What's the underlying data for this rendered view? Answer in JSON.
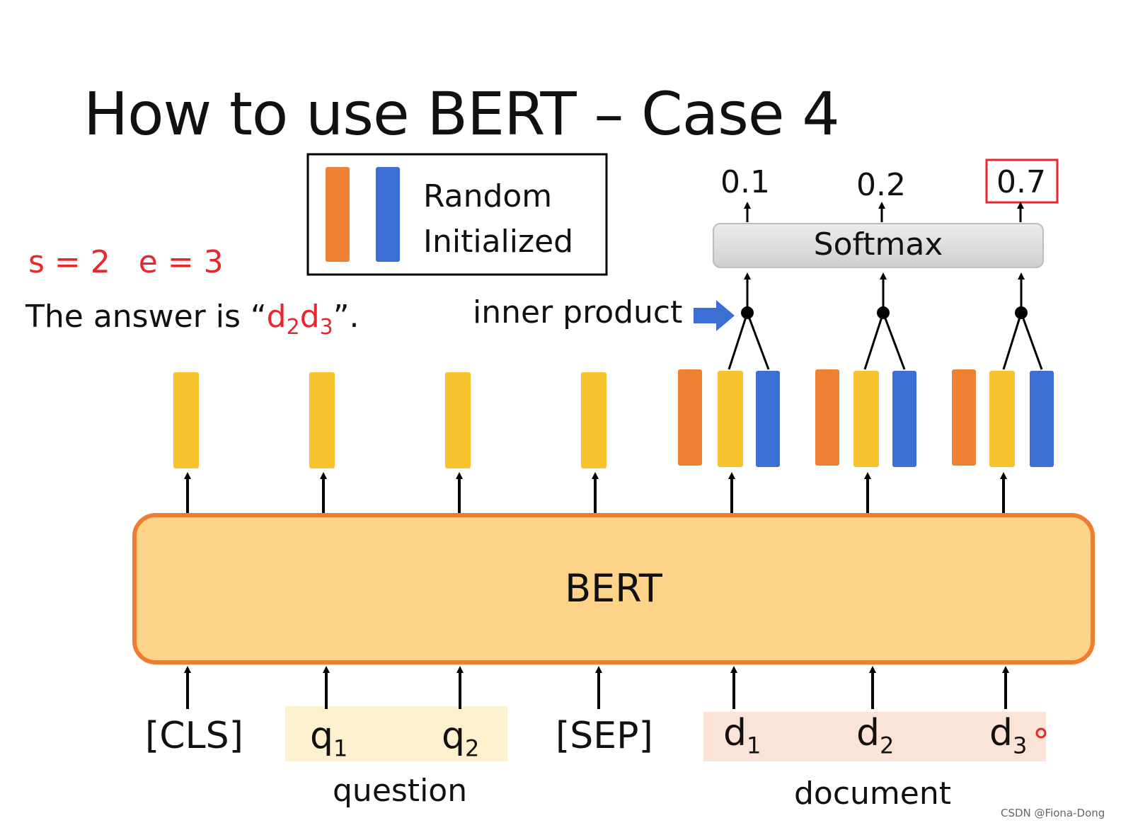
{
  "title": "How to use BERT – Case 4",
  "legend": {
    "line1": "Random",
    "line2": "Initialized"
  },
  "start_end": {
    "s": "s = 2",
    "e": "e = 3"
  },
  "answer": {
    "prefix": "The answer is “",
    "d_a": "d",
    "sub_a": "2",
    "d_b": "d",
    "sub_b": "3",
    "suffix": "”."
  },
  "inner_product_label": "inner product",
  "softmax_label": "Softmax",
  "probabilities": [
    "0.1",
    "0.2",
    "0.7"
  ],
  "highlighted_probability_index": 2,
  "bert_label": "BERT",
  "tokens": [
    {
      "base": "[CLS]",
      "sub": ""
    },
    {
      "base": "q",
      "sub": "1"
    },
    {
      "base": "q",
      "sub": "2"
    },
    {
      "base": "[SEP]",
      "sub": ""
    },
    {
      "base": "d",
      "sub": "1"
    },
    {
      "base": "d",
      "sub": "2"
    },
    {
      "base": "d",
      "sub": "3"
    }
  ],
  "groups": {
    "question": "question",
    "document": "document"
  },
  "watermark": "CSDN @Fiona-Dong",
  "colors": {
    "orange_vector": "#ef8232",
    "blue_vector": "#3b6fd4",
    "yellow_vector": "#f6c22d",
    "bert_fill": "#fdd38a",
    "bert_border": "#ed7d31",
    "softmax_fill": "#d6d6d6",
    "highlight_red": "#e8262c",
    "question_bg": "#fdf1cf",
    "document_bg": "#fbe3d8"
  }
}
